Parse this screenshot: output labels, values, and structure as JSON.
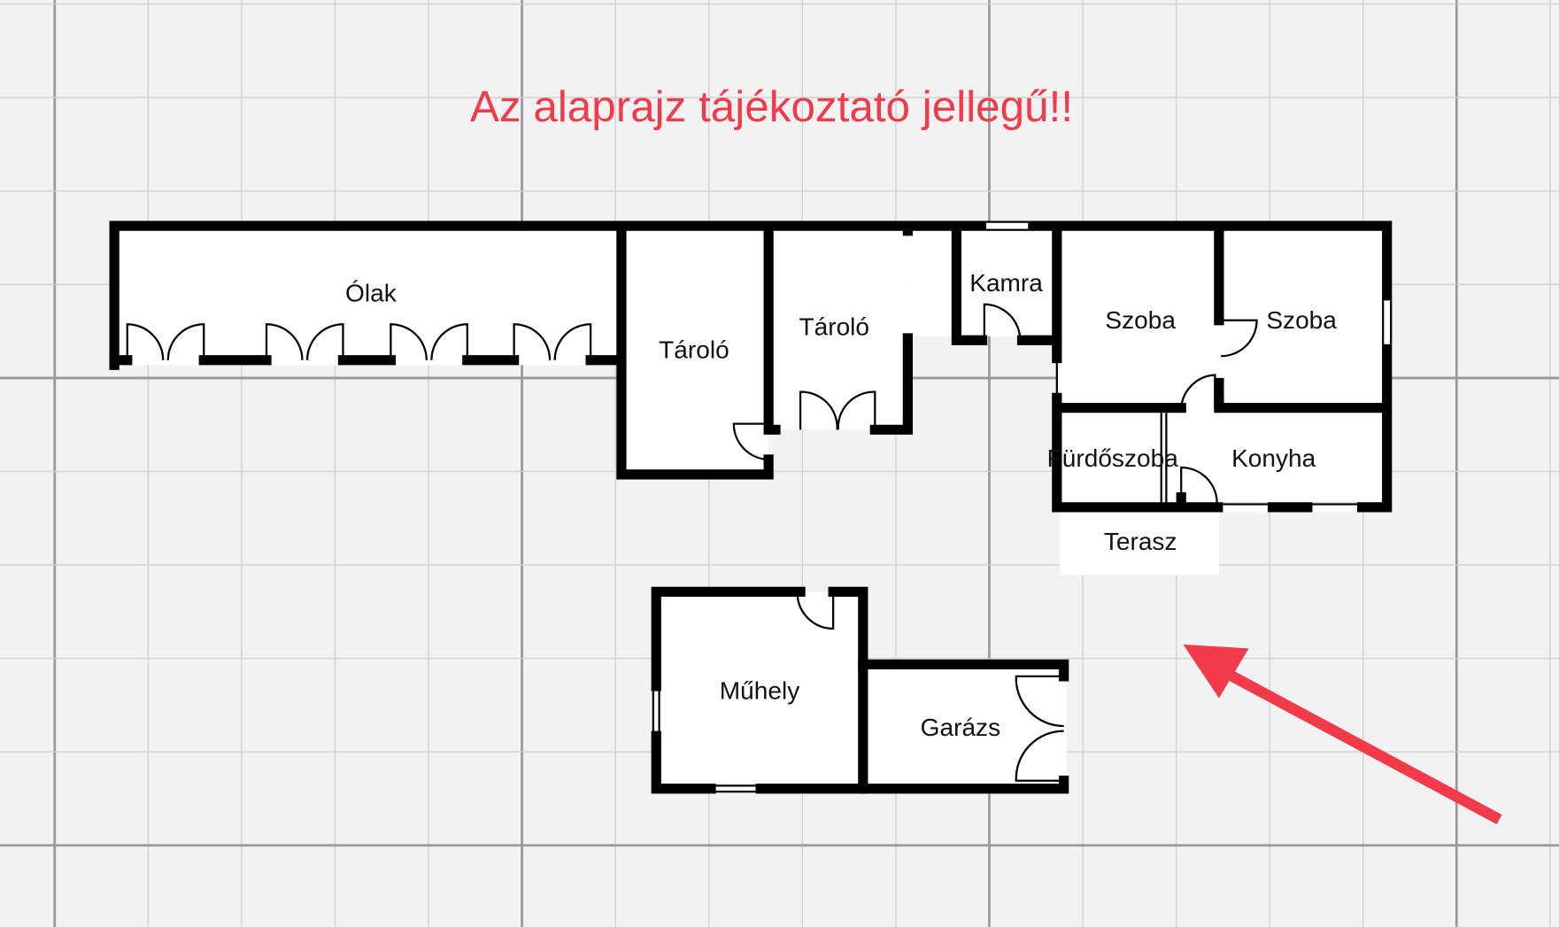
{
  "title": "Az alaprajz tájékoztató jellegű!!",
  "colors": {
    "accent": "#f23a4b",
    "background": "#f2f2f2",
    "wall": "#000000"
  },
  "rooms": {
    "olak": "Ólak",
    "tarolo1": "Tároló",
    "tarolo2": "Tároló",
    "kamra": "Kamra",
    "szoba1": "Szoba",
    "szoba2": "Szoba",
    "furdoszoba": "Fürdőszoba",
    "konyha": "Konyha",
    "terasz": "Terasz",
    "muhely": "Műhely",
    "garazs": "Garázs"
  },
  "icons": {
    "pointer": "arrow-icon"
  }
}
